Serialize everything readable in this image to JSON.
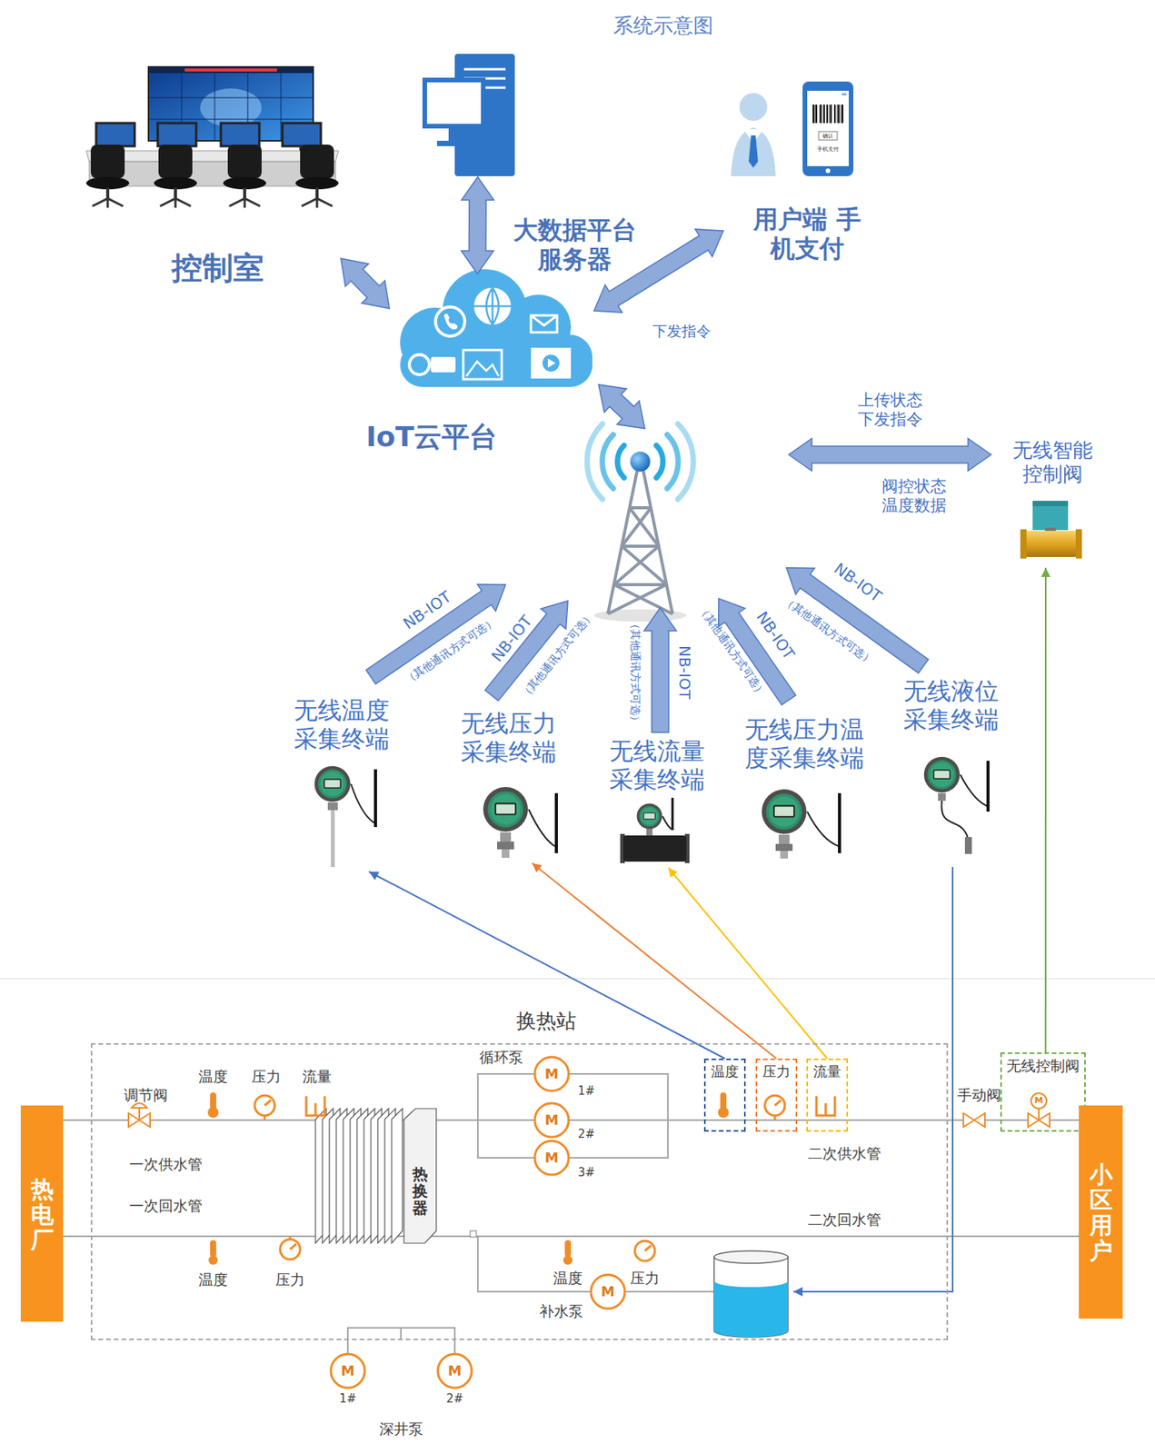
{
  "diagram": {
    "title": "系统示意图",
    "nodes": [
      {
        "text": [
          "控制室"
        ]
      },
      {
        "text": [
          "大数据平台 服务器"
        ]
      },
      {
        "text": [
          "用户端 手机支付"
        ]
      },
      {
        "text": [
          "IoT云平台"
        ]
      },
      {
        "text": [
          "无线智能 控制阀"
        ]
      },
      {
        "text": [
          "无线温度 采集终端"
        ]
      },
      {
        "text": [
          "无线压力 采集终端"
        ]
      },
      {
        "text": [
          "无线流量 采集终端"
        ]
      },
      {
        "text": [
          "无线压力温 度采集终端"
        ]
      },
      {
        "text": [
          "无线液位 采集终端"
        ]
      },
      {
        "text": [
          "热电厂"
        ]
      },
      {
        "text": [
          "换热站"
        ]
      },
      {
        "text": [
          "温度"
        ],
        "in": 11
      },
      {
        "text": [
          "压力"
        ],
        "in": 11
      },
      {
        "text": [
          "流量"
        ],
        "in": 11
      },
      {
        "text": [
          "无线控制阀"
        ]
      },
      {
        "text": [
          "小区用户"
        ]
      }
    ],
    "edges": [
      {
        "from": 0,
        "to": 3,
        "arrow": "both"
      },
      {
        "from": 1,
        "to": 3,
        "arrow": "both"
      },
      {
        "from": 2,
        "to": 3,
        "arrow": "both",
        "label": "下发指令"
      },
      {
        "from": 12,
        "to": 5,
        "arrow": "to"
      },
      {
        "from": 13,
        "to": 6,
        "arrow": "to"
      },
      {
        "from": 14,
        "to": 7,
        "arrow": "to"
      },
      {
        "from": 15,
        "to": 4,
        "arrow": "to"
      }
    ],
    "labels": [
      "确认",
      "手机支付",
      "上传状态 下发指令",
      "阀控状态 温度数据",
      "NB-IOT",
      "（其他通讯方式可选）",
      "NB-IOT",
      "（其他通讯方式可选）",
      "NB-IOT",
      "（其他通讯方式可选）",
      "NB-IOT",
      "（其他通讯方式可选）",
      "NB-IOT",
      "（其他通讯方式可选）",
      "调节阀",
      "温度",
      "压力",
      "流量",
      "一次供水管",
      "一次回水管",
      "循环泵",
      "M",
      "1#",
      "M",
      "2#",
      "M",
      "3#",
      "热换器",
      "二次供水管",
      "二次回水管",
      "手动阀",
      "M",
      "温度",
      "压力",
      "温度",
      "压力",
      "M",
      "补水泵",
      "M",
      "1#",
      "M",
      "2#",
      "深井泵"
    ]
  }
}
